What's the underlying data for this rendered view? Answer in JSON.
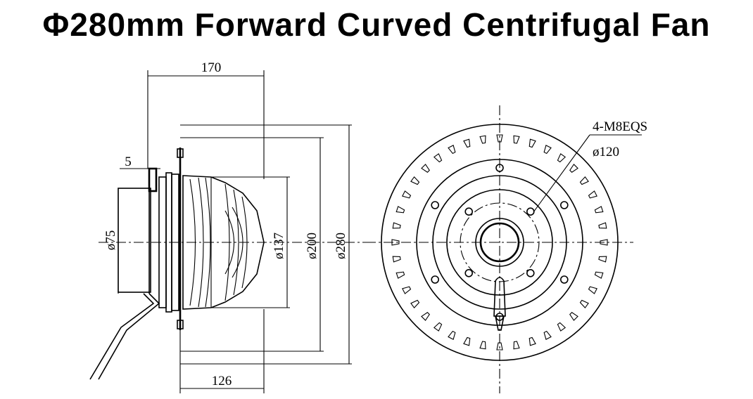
{
  "title": "Φ280mm Forward Curved Centrifugal Fan",
  "side_view": {
    "dim_width_top": "170",
    "dim_flange": "5",
    "dim_inlet": "ø75",
    "dim_motor": "ø137",
    "dim_ring": "ø200",
    "dim_outer": "ø280",
    "dim_width_bottom": "126"
  },
  "front_view": {
    "mount_holes": "4-M8EQS",
    "mount_pcd": "ø120"
  }
}
